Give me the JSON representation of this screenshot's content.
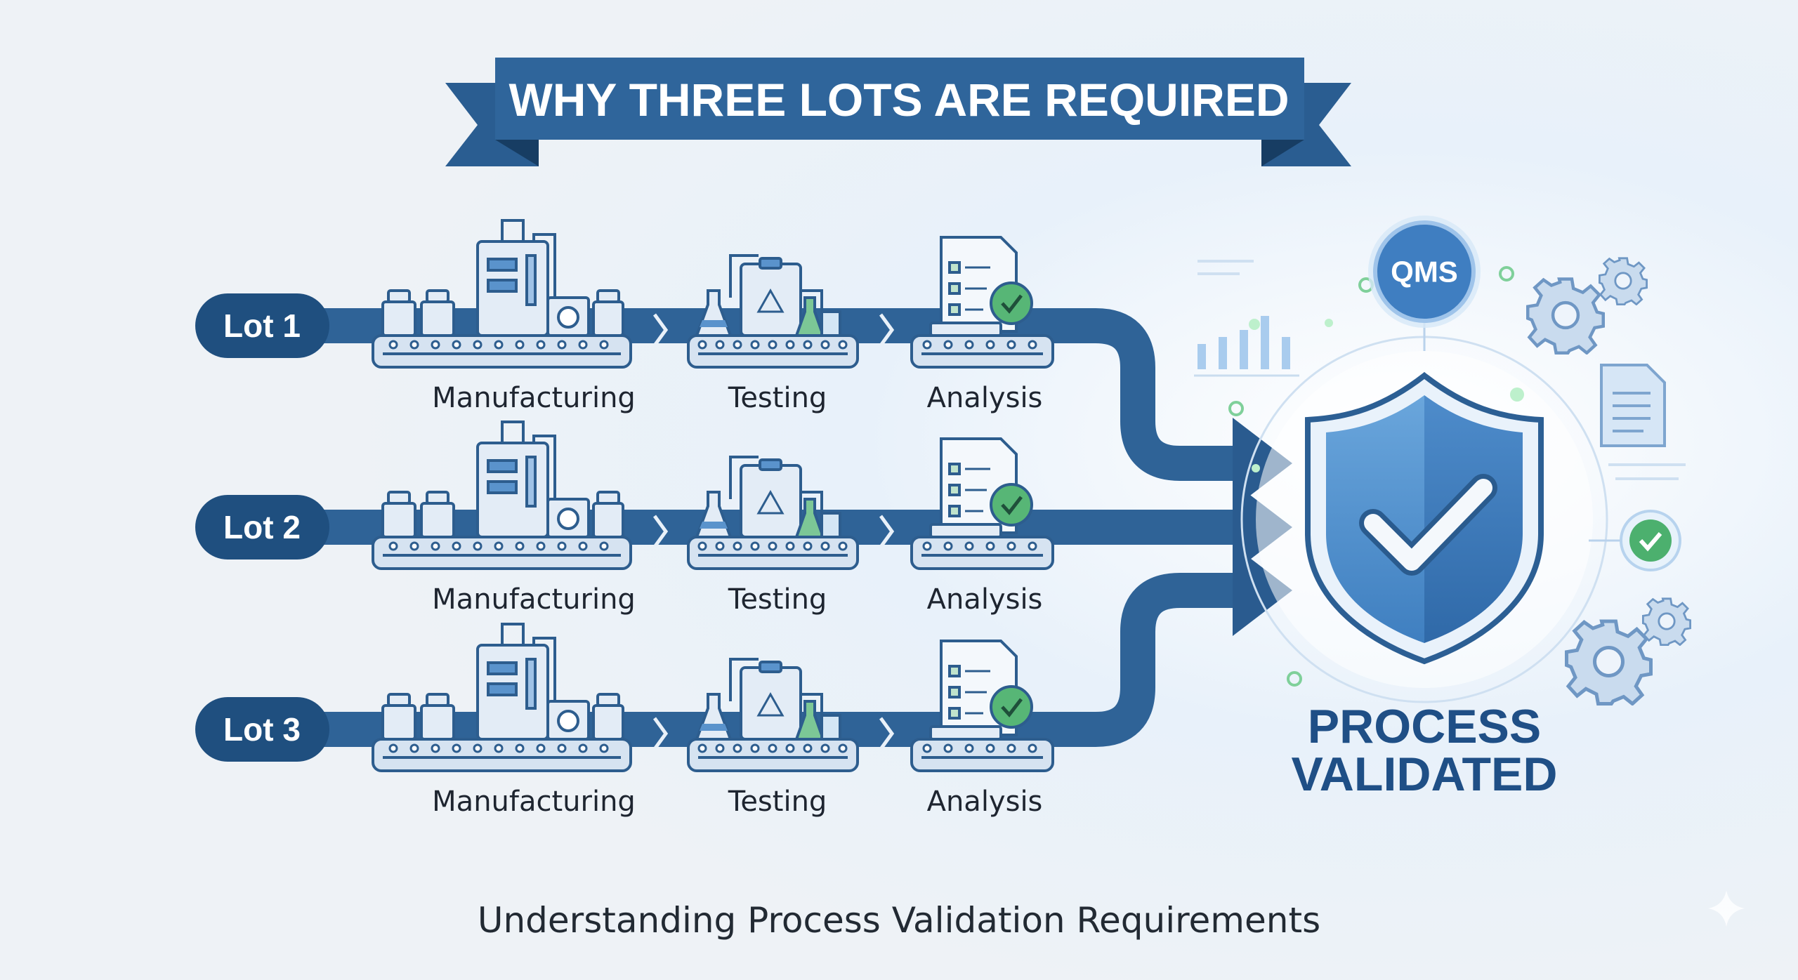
{
  "title": "WHY THREE LOTS ARE REQUIRED",
  "lots": [
    {
      "label": "Lot 1",
      "stages": [
        "Manufacturing",
        "Testing",
        "Analysis"
      ]
    },
    {
      "label": "Lot 2",
      "stages": [
        "Manufacturing",
        "Testing",
        "Analysis"
      ]
    },
    {
      "label": "Lot 3",
      "stages": [
        "Manufacturing",
        "Testing",
        "Analysis"
      ]
    }
  ],
  "badge": "QMS",
  "result": {
    "line1": "PROCESS",
    "line2": "VALIDATED"
  },
  "subtitle": "Understanding Process Validation Requirements",
  "colors": {
    "primary": "#1f4f7f",
    "band": "#34689b",
    "accent_green": "#4cb06e",
    "background": "#eef3f8"
  }
}
